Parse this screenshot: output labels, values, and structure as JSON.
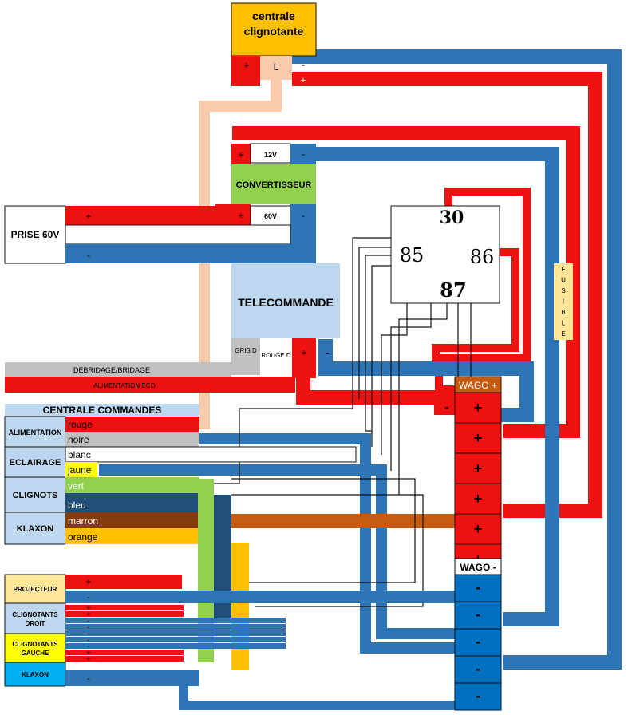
{
  "colors": {
    "red": "#ee1111",
    "blue": "#2e75b6",
    "dark_blue": "#1f4e79",
    "green": "#92d050",
    "orange": "#ffc000",
    "light_blue": "#bdd7ee",
    "pink": "#f8cbad",
    "brown": "#843c0c",
    "brown_light": "#c55a11",
    "grey": "#c0c0c0",
    "yellow": "#ffff00",
    "light_yellow": "#ffe699",
    "deep_blue": "#0070c0",
    "cyan": "#00b0f0"
  },
  "flasher_unit": {
    "title": "centrale clignotante",
    "plus": "+",
    "l": "L",
    "minus": "-"
  },
  "converter": {
    "label": "CONVERTISSEUR",
    "v12": "12V",
    "v60": "60V",
    "plus": "+",
    "minus": "-"
  },
  "socket": {
    "label": "PRISE 60V",
    "plus": "+",
    "minus": "-"
  },
  "remote": {
    "label": "TELECOMMANDE",
    "grey_wire": "GRIS D",
    "red_wire": "ROUGE D",
    "plus": "+",
    "minus": "-"
  },
  "relay": {
    "p30": "30",
    "p85": "85",
    "p86": "86",
    "p87": "87"
  },
  "fuse": {
    "letters": [
      "F",
      "U",
      "S",
      "I",
      "B",
      "L",
      "E"
    ]
  },
  "bus_lines": {
    "debridage": "DEBRIDAGE/BRIDAGE",
    "alimentation": "ALIMENTATION ECO"
  },
  "control_unit": {
    "title": "CENTRALE COMMANDES",
    "groups": [
      "ALIMENTATION",
      "ECLAIRAGE",
      "CLIGNOTS",
      "KLAXON"
    ],
    "wires": [
      "rouge",
      "noire",
      "blanc",
      "jaune",
      "vert",
      "bleu",
      "marron",
      "orange"
    ]
  },
  "outputs": {
    "labels": [
      "PROJECTEUR",
      "CLIGNOTANTS DROIT",
      "CLIGNOTANTS GAUCHE",
      "KLAXON"
    ],
    "projector_plus": "+",
    "projector_minus": "-",
    "klaxon_minus": "-"
  },
  "wago_plus": {
    "title": "WAGO +",
    "marks": [
      "+",
      "+",
      "+",
      "+",
      "+",
      "+"
    ]
  },
  "wago_minus": {
    "title": "WAGO -",
    "marks": [
      "-",
      "-",
      "-",
      "-",
      "-"
    ]
  },
  "relay_gnd_mark": "-"
}
